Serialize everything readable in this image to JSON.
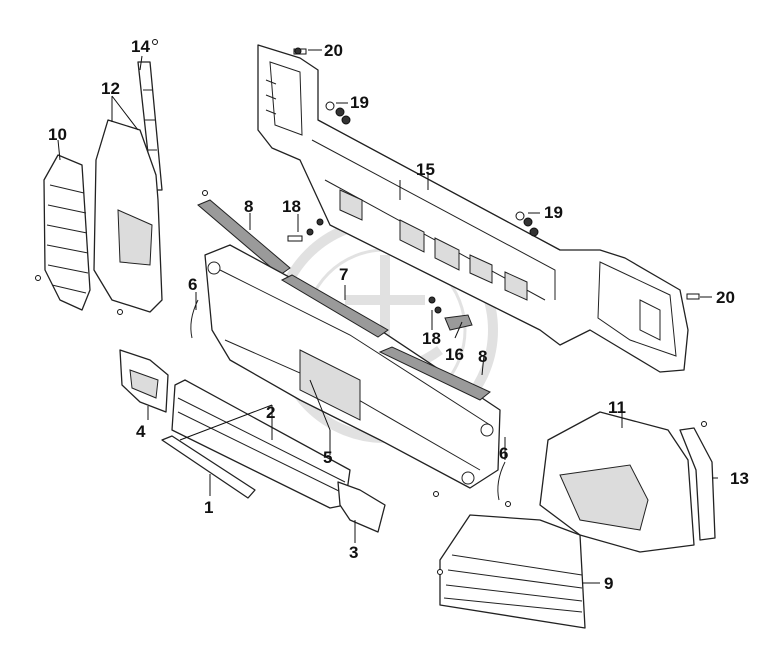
{
  "diagram": {
    "callouts": [
      {
        "id": "c1",
        "text": "1"
      },
      {
        "id": "c2",
        "text": "2"
      },
      {
        "id": "c3",
        "text": "3"
      },
      {
        "id": "c4",
        "text": "4"
      },
      {
        "id": "c5",
        "text": "5"
      },
      {
        "id": "c6a",
        "text": "6"
      },
      {
        "id": "c6b",
        "text": "6"
      },
      {
        "id": "c7",
        "text": "7"
      },
      {
        "id": "c8",
        "text": "8"
      },
      {
        "id": "c9",
        "text": "9"
      },
      {
        "id": "c10",
        "text": "10"
      },
      {
        "id": "c11",
        "text": "11"
      },
      {
        "id": "c12",
        "text": "12"
      },
      {
        "id": "c13",
        "text": "13"
      },
      {
        "id": "c14",
        "text": "14"
      },
      {
        "id": "c15",
        "text": "15"
      },
      {
        "id": "c16",
        "text": "16"
      },
      {
        "id": "c17",
        "text": "17"
      },
      {
        "id": "c18a",
        "text": "18"
      },
      {
        "id": "c18b",
        "text": "18"
      },
      {
        "id": "c19a",
        "text": "19"
      },
      {
        "id": "c19b",
        "text": "19"
      },
      {
        "id": "c20a",
        "text": "20"
      },
      {
        "id": "c20b",
        "text": "20"
      }
    ]
  }
}
